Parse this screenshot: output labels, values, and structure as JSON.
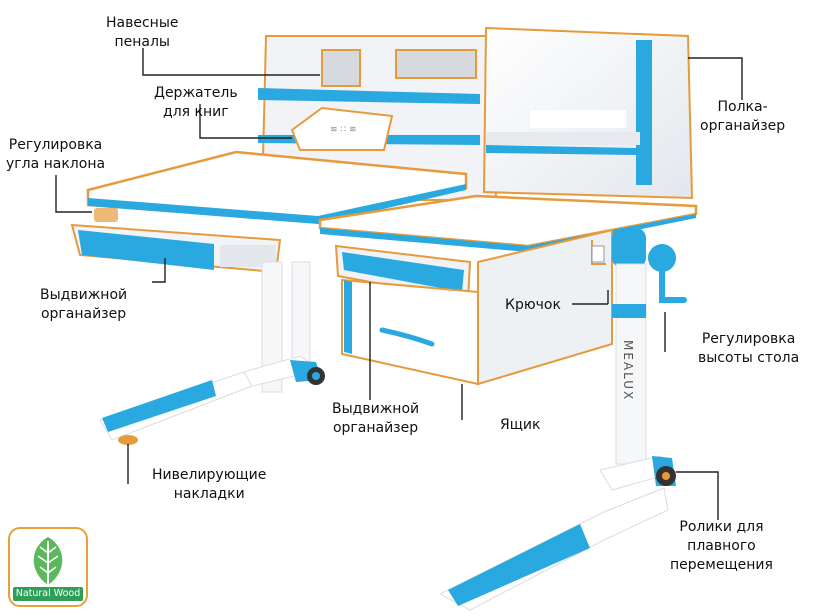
{
  "labels": {
    "hanging_cases": [
      "Навесные",
      "пеналы"
    ],
    "book_holder": [
      "Держатель",
      "для книг"
    ],
    "tilt_adjust": [
      "Регулировка",
      "угла наклона"
    ],
    "shelf_organizer": [
      "Полка-",
      "органайзер"
    ],
    "drawer_organizer_left": [
      "Выдвижной",
      "органайзер"
    ],
    "hook": [
      "Крючок"
    ],
    "height_adjust": [
      "Регулировка",
      "высоты стола"
    ],
    "drawer_organizer_center": [
      "Выдвижной",
      "органайзер"
    ],
    "drawer": [
      "Ящик"
    ],
    "leveling_pads": [
      "Нивелирующие",
      "накладки"
    ],
    "casters": [
      "Ролики для",
      "плавного",
      "перемещения"
    ]
  },
  "badge": {
    "text": "Natural Wood",
    "icon": "leaf-icon"
  },
  "brand_vertical": "MEALUX",
  "colors": {
    "accent_blue": "#2aa8e0",
    "outline_orange": "#e79a3c",
    "body_white": "#f4f6f8",
    "badge_green": "#2f9e58"
  }
}
